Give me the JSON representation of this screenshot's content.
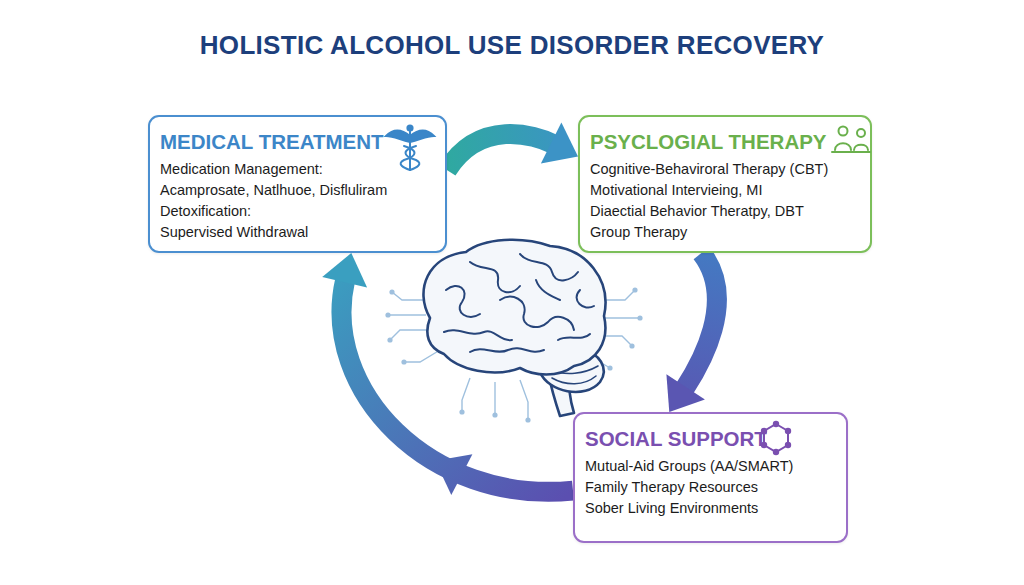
{
  "diagram": {
    "title": "HOLISTIC ALCOHOL USE DISORDER RECOVERY",
    "nodes": [
      {
        "text": [
          "MEDICAL TREATMENT",
          "Medication Management:",
          "Acamprosate, Natlhuoe, Disfluliram",
          "Detoxification:",
          "Supervised Withdrawal"
        ]
      },
      {
        "text": [
          "PSYCLOGIAL THERAPY",
          "Cognitive-Behaviroral Therapy (CBT)",
          "Motivational Intervieing, MI",
          "Diaectial Behavior Theratpy, DBT",
          "Group Therapy"
        ]
      },
      {
        "text": [
          "SOCIAL SUPPORT",
          "Mutual-Aid Groups (AA/SMART)",
          "Family Therapy Resources",
          "Sober Living Environments"
        ]
      }
    ],
    "edges": [
      {
        "from": 0,
        "to": 1,
        "arrow": "to"
      },
      {
        "from": 1,
        "to": 2,
        "arrow": "to"
      },
      {
        "from": 2,
        "to": 0,
        "arrow": "to"
      }
    ]
  }
}
